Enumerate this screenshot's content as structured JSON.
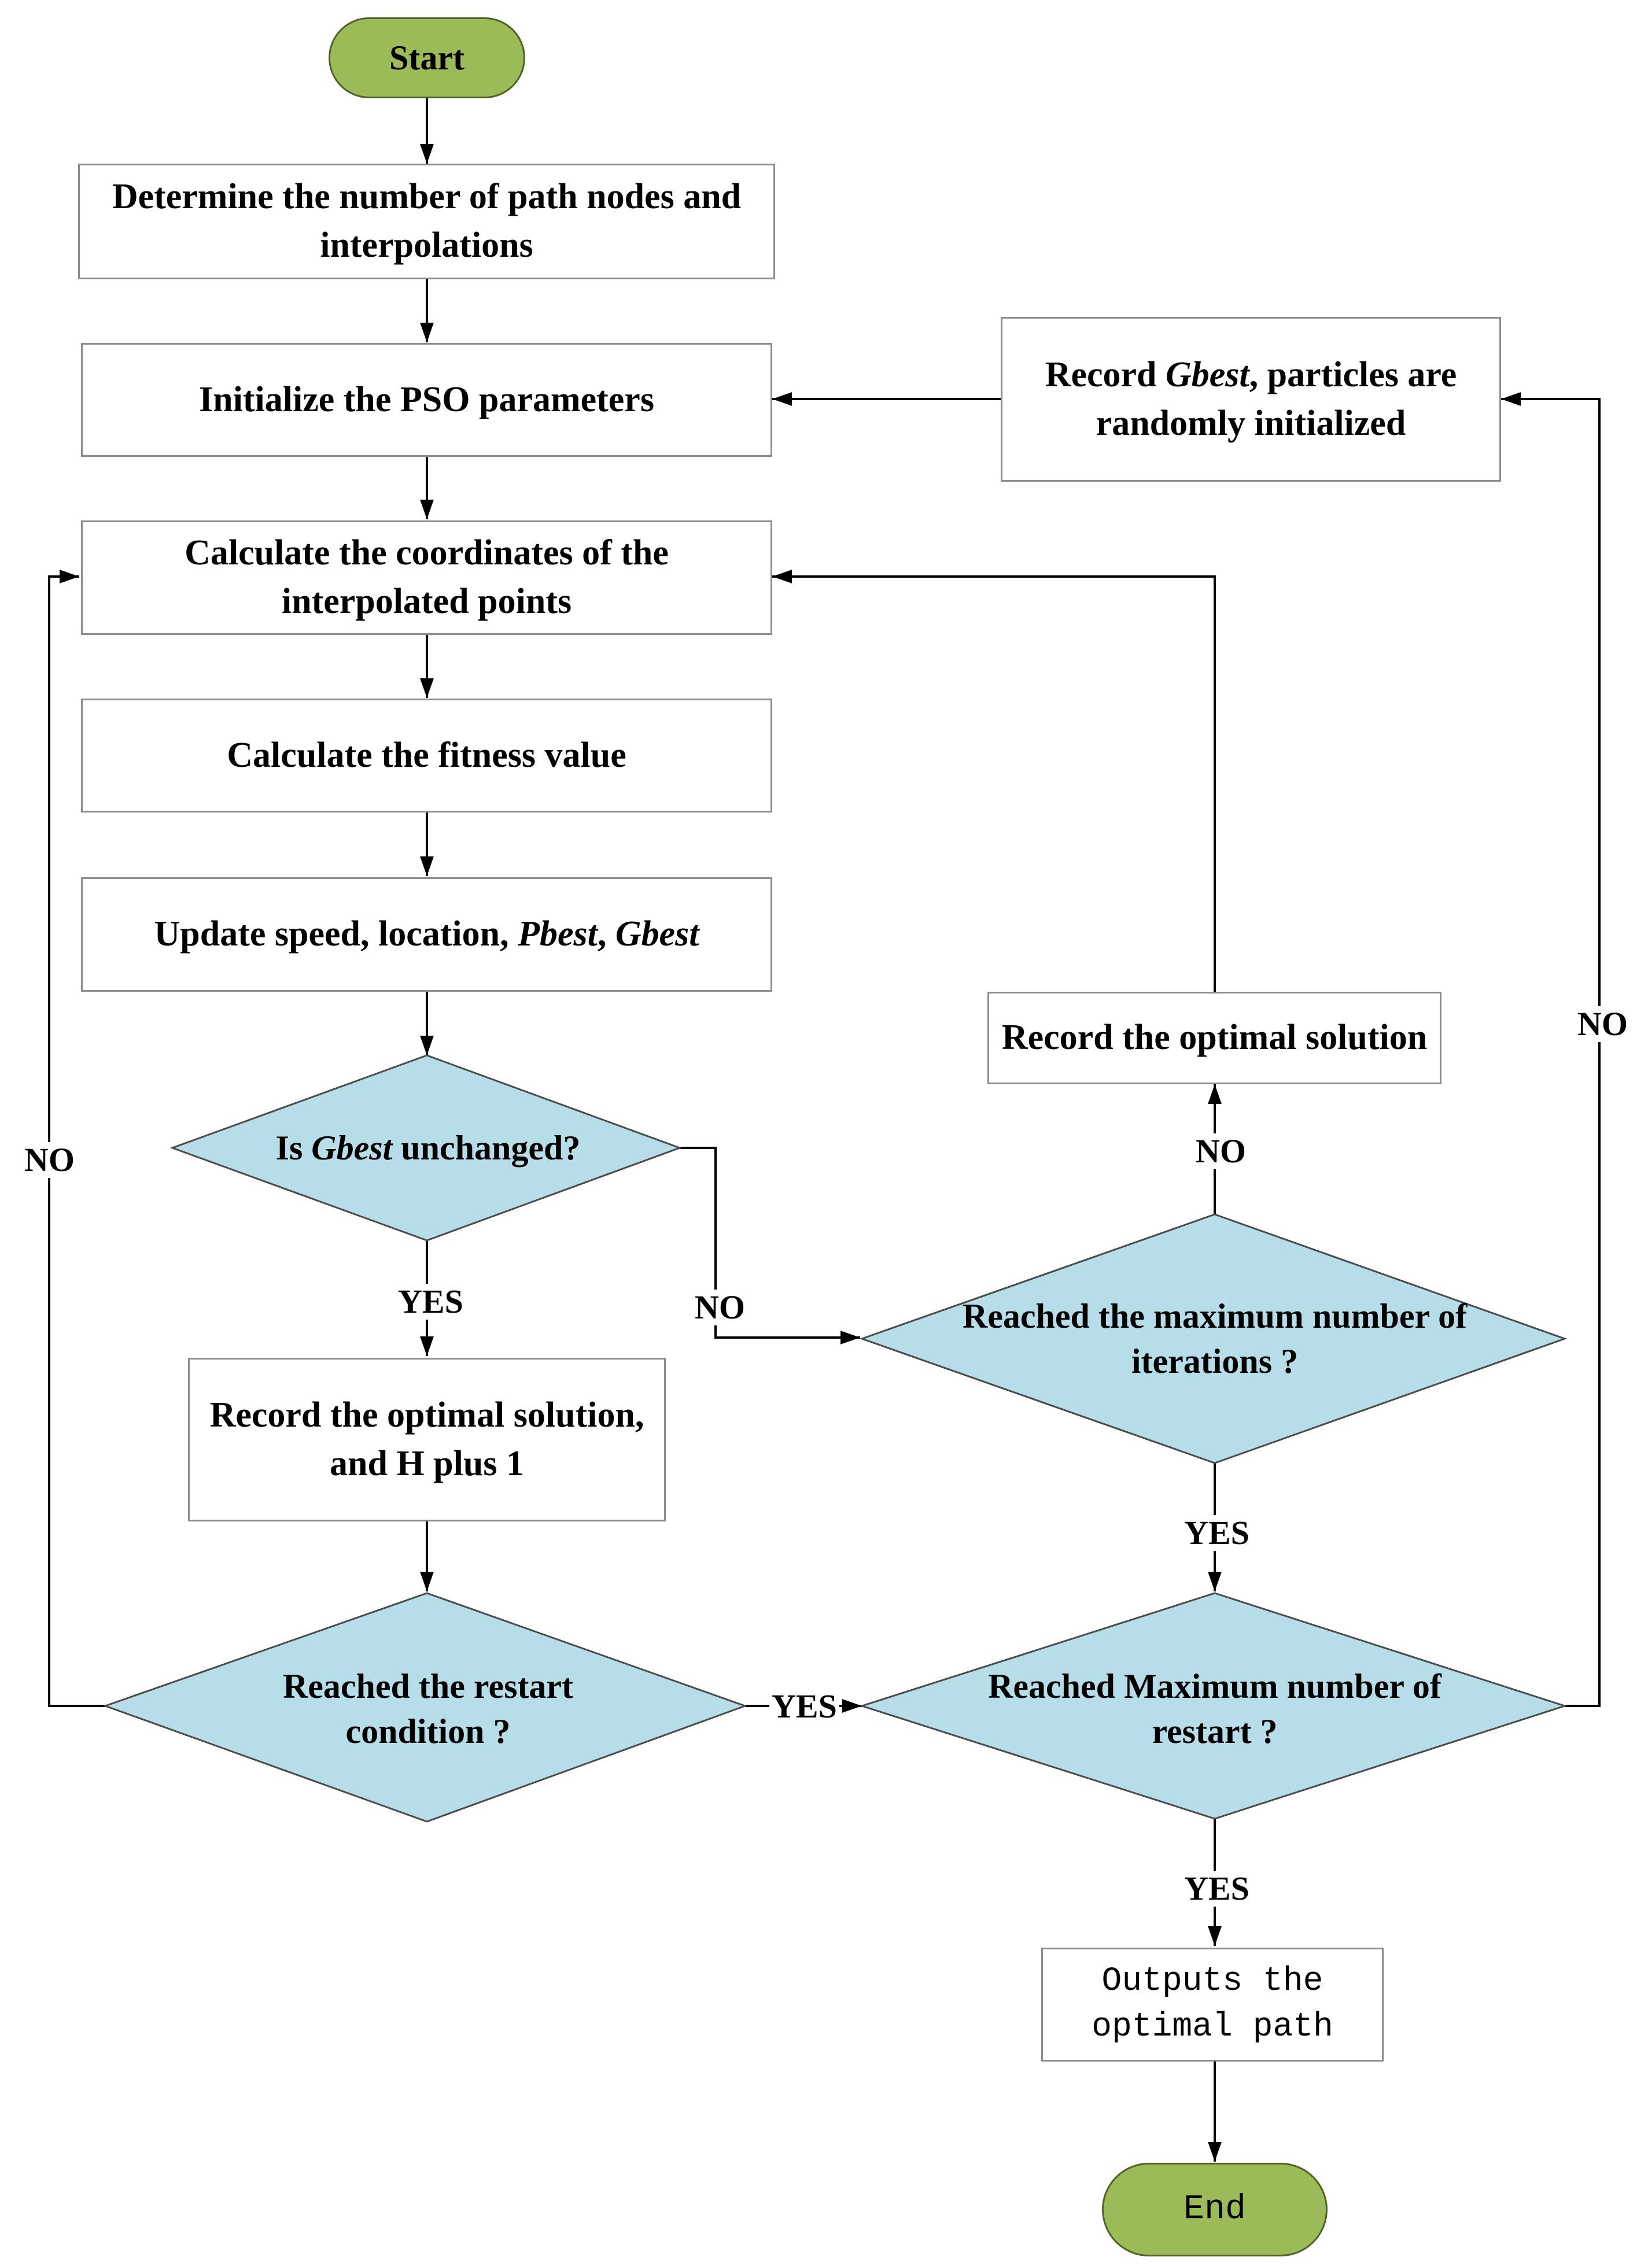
{
  "nodes": {
    "start": "Start",
    "determine_l1": "Determine the number of path nodes and",
    "determine_l2": "interpolations",
    "init_pso": "Initialize the PSO parameters",
    "record_gbest_l1_a": "Record ",
    "record_gbest_l1_b": "Gbest",
    "record_gbest_l1_c": ", particles are",
    "record_gbest_l2": "randomly initialized",
    "calc_coords_l1": "Calculate the coordinates of the",
    "calc_coords_l2": "interpolated points",
    "calc_fitness": "Calculate the fitness value",
    "update_a": "Update speed, location, ",
    "update_b": "Pbest",
    "update_c": ", ",
    "update_d": "Gbest",
    "record_opt_right": "Record the optimal solution",
    "gbest_q_a": "Is ",
    "gbest_q_b": "Gbest",
    "gbest_q_c": " unchanged?",
    "max_iter_l1": "Reached the maximum number of",
    "max_iter_l2": "iterations ?",
    "record_opt_h_l1": "Record the optimal solution,",
    "record_opt_h_l2": "and H plus 1",
    "restart_l1": "Reached the restart",
    "restart_l2": "condition ?",
    "max_restart_l1": "Reached Maximum number of",
    "max_restart_l2": "restart ?",
    "outputs_l1": "Outputs the",
    "outputs_l2": "optimal path",
    "end": "End"
  },
  "labels": {
    "yes_gbest": "YES",
    "no_gbest": "NO",
    "no_max_iter": "NO",
    "yes_max_iter": "YES",
    "no_restart": "NO",
    "yes_restart": "YES",
    "no_max_restart": "NO",
    "yes_max_restart": "YES"
  },
  "colors": {
    "terminal_fill": "#9bbb59",
    "decision_fill": "#b7dde8",
    "process_border": "#8c8c8c",
    "line": "#000000"
  }
}
